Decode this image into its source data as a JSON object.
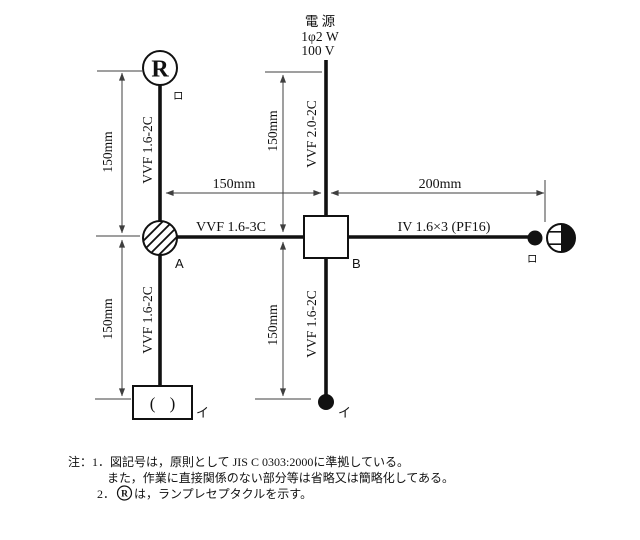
{
  "colors": {
    "ink": "#111111",
    "dimension_line": "#3f3f3f",
    "background": "#ffffff"
  },
  "power": {
    "line1": "電 源",
    "line2": "1φ2 W",
    "line3": "100 V"
  },
  "cables": {
    "r_to_a": "VVF 1.6-2C",
    "a_to_ceiling": "VVF 1.6-2C",
    "source_to_b": "VVF 2.0-2C",
    "b_to_switch": "VVF 1.6-2C",
    "a_to_b": "VVF 1.6-3C",
    "b_to_outlet": "IV 1.6×3 (PF16)"
  },
  "dimensions": {
    "r_to_a": "150mm",
    "a_to_ceiling": "150mm",
    "source_to_b": "150mm",
    "b_to_switch": "150mm",
    "a_to_b": "150mm",
    "b_to_outlet": "200mm"
  },
  "labels": {
    "box_a": "A",
    "box_b": "B",
    "lamp_receptacle_letter": "R",
    "lamp_receptacle_circuit": "ロ",
    "ceiling_light_symbol": "( )",
    "ceiling_light_circuit": "イ",
    "switch_bottom_circuit": "イ",
    "switch_right_circuit": "ロ"
  },
  "notes": {
    "line1": "注：1．図記号は，原則として JIS C 0303:2000に準拠している。",
    "line2": "また，作業に直接関係のない部分等は省略又は簡略化してある。",
    "line3_prefix": "2．",
    "line3_symbol": "R",
    "line3_suffix": "は，ランプレセプタクルを示す。"
  }
}
